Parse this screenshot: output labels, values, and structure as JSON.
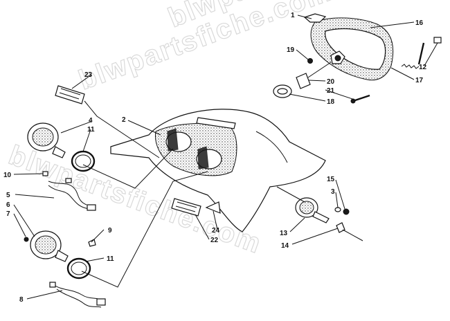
{
  "watermark": "blwpartsfiche.com",
  "callouts": [
    {
      "id": "1",
      "text": "1"
    },
    {
      "id": "2",
      "text": "2"
    },
    {
      "id": "3",
      "text": "3"
    },
    {
      "id": "4",
      "text": "4"
    },
    {
      "id": "5",
      "text": "5"
    },
    {
      "id": "6",
      "text": "6"
    },
    {
      "id": "7",
      "text": "7"
    },
    {
      "id": "8",
      "text": "8"
    },
    {
      "id": "9",
      "text": "9"
    },
    {
      "id": "10",
      "text": "10"
    },
    {
      "id": "11a",
      "text": "11"
    },
    {
      "id": "11b",
      "text": "11"
    },
    {
      "id": "12",
      "text": "12"
    },
    {
      "id": "13",
      "text": "13"
    },
    {
      "id": "14",
      "text": "14"
    },
    {
      "id": "15",
      "text": "15"
    },
    {
      "id": "16",
      "text": "16"
    },
    {
      "id": "17",
      "text": "17"
    },
    {
      "id": "18",
      "text": "18"
    },
    {
      "id": "19",
      "text": "19"
    },
    {
      "id": "20",
      "text": "20"
    },
    {
      "id": "21",
      "text": "21"
    },
    {
      "id": "22",
      "text": "22"
    },
    {
      "id": "23",
      "text": "23"
    },
    {
      "id": "24",
      "text": "24"
    }
  ]
}
